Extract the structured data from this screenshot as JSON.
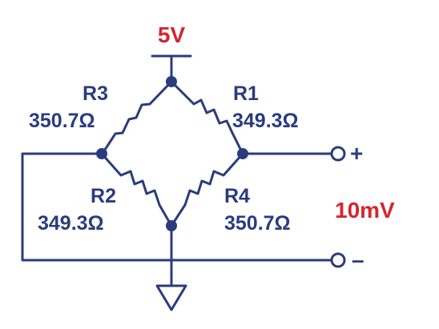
{
  "supply": {
    "label": "5V"
  },
  "output": {
    "label": "10mV",
    "plus": "+",
    "minus": "–"
  },
  "resistors": {
    "r1": {
      "name": "R1",
      "value": "349.3Ω"
    },
    "r2": {
      "name": "R2",
      "value": "349.3Ω"
    },
    "r3": {
      "name": "R3",
      "value": "350.7Ω"
    },
    "r4": {
      "name": "R4",
      "value": "350.7Ω"
    }
  },
  "colors": {
    "wire": "#2a3c7e",
    "highlight": "#d32630"
  }
}
